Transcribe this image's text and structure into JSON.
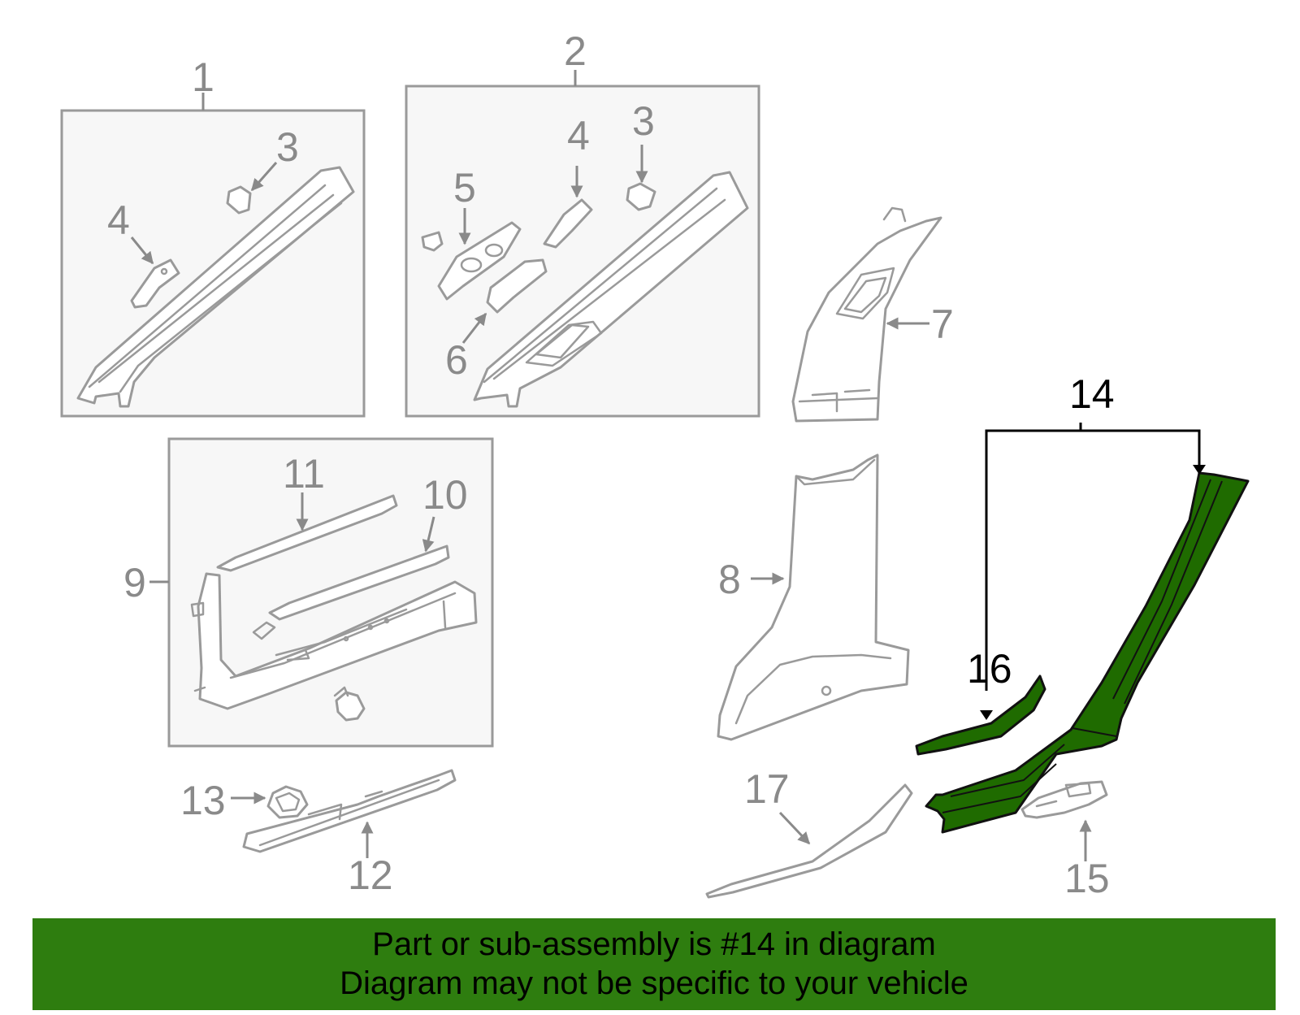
{
  "callouts": {
    "c1": "1",
    "c2": "2",
    "c3a": "3",
    "c4a": "4",
    "c3b": "3",
    "c4b": "4",
    "c5": "5",
    "c6": "6",
    "c7": "7",
    "c8": "8",
    "c9": "9",
    "c10": "10",
    "c11": "11",
    "c12": "12",
    "c13": "13",
    "c14": "14",
    "c15": "15",
    "c16": "16",
    "c17": "17"
  },
  "highlighted_part": "14",
  "banner": {
    "line1": "Part or sub-assembly is #14 in diagram",
    "line2": "Diagram may not be specific to your vehicle"
  },
  "colors": {
    "highlight_fill": "#1f6b00",
    "banner_fill": "#2e7d0f",
    "line_gray": "#9a9a9a",
    "box_fill": "#f7f7f7"
  }
}
